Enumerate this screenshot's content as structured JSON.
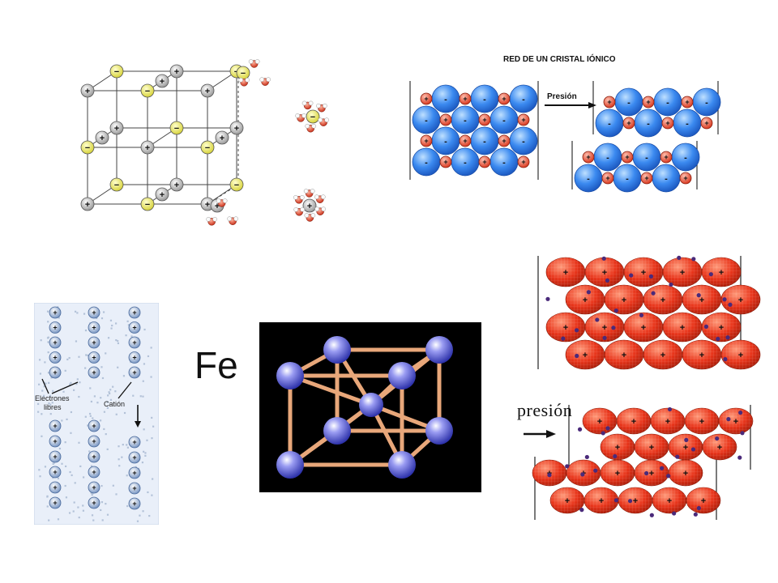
{
  "nacl_lattice": {
    "signs": {
      "positive": "+",
      "negative": "−"
    },
    "colors": {
      "cation": "#cfcfcf",
      "anion": "#f2ee6a",
      "oxygen": "#e8472b",
      "hydrogen": "#f4f4f4"
    }
  },
  "ionic_crystal": {
    "title": "RED DE UN CRISTAL IÓNICO",
    "arrow_label": "Presión",
    "signs": {
      "positive": "+",
      "negative": "-"
    },
    "colors": {
      "anion": "#2f82e8",
      "cation": "#e8472b"
    }
  },
  "electron_sea": {
    "label_electrons": [
      "Electrones",
      "libres"
    ],
    "label_cation": "Catión",
    "colors": {
      "background": "#e6eef9",
      "cation": "#a9c3e6",
      "electron": "#b8c7dc"
    }
  },
  "fe_symbol": "Fe",
  "bcc_model": {
    "colors": {
      "background": "#000000",
      "atom": "#5a5fe0",
      "bond": "#e8a77a"
    }
  },
  "metal_lattice": {
    "arrow_label": "presión",
    "signs": {
      "positive": "+"
    },
    "colors": {
      "cation": "#e8351b",
      "electron": "#4a2a7a"
    }
  }
}
